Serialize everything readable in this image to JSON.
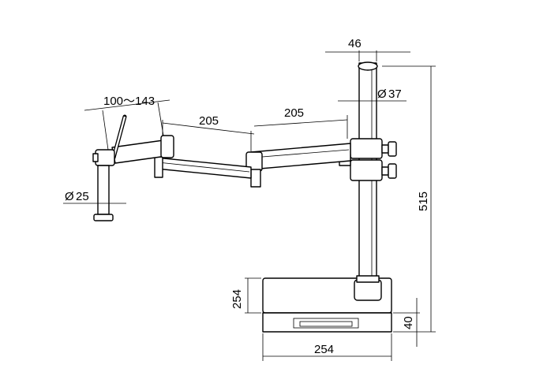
{
  "drawing": {
    "dimensions": {
      "column_top_width": "46",
      "column_diameter_symbol": "Ø",
      "column_diameter": "37",
      "total_height": "515",
      "base_height": "254",
      "base_depth": "40",
      "base_width": "254",
      "arm_range": "100～143",
      "arm_length_1": "205",
      "arm_length_2": "205",
      "holder_diameter_symbol": "Ø",
      "holder_diameter": "25"
    }
  }
}
